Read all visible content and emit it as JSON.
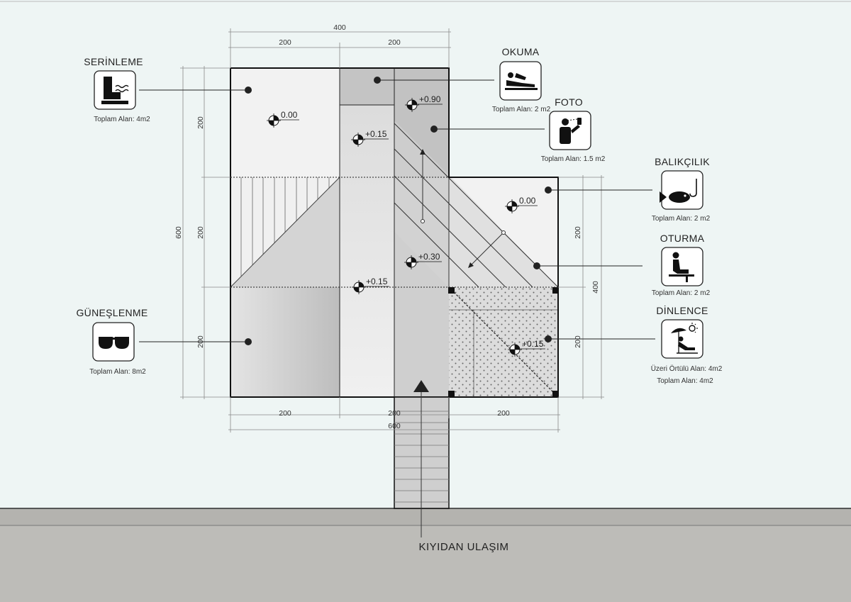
{
  "dimensions": {
    "top_total": "400",
    "top_left": "200",
    "top_right": "200",
    "left_top": "200",
    "left_mid": "200",
    "left_bottom": "200",
    "left_total": "600",
    "right_top": "200",
    "right_bottom": "200",
    "right_total": "400",
    "bottom_left": "200",
    "bottom_mid": "200",
    "bottom_right": "200",
    "bottom_total": "600"
  },
  "elevations": {
    "e1": "0.00",
    "e2": "+0.90",
    "e3": "+0.15",
    "e4": "0.00",
    "e5": "+0.30",
    "e6": "+0.15",
    "e7": "+0.15"
  },
  "activities": {
    "serinleme": {
      "title": "SERİNLEME",
      "area": "Toplam Alan: 4m2",
      "icon": "foot-water-icon"
    },
    "okuma": {
      "title": "OKUMA",
      "area": "Toplam Alan: 2 m2",
      "icon": "reading-person-icon"
    },
    "foto": {
      "title": "FOTO",
      "area": "Toplam Alan: 1.5 m2",
      "icon": "selfie-person-icon"
    },
    "balikcilik": {
      "title": "BALIKÇILIK",
      "area": "Toplam Alan: 2 m2",
      "icon": "fish-hook-icon"
    },
    "oturma": {
      "title": "OTURMA",
      "area": "Toplam Alan: 2 m2",
      "icon": "sitting-person-icon"
    },
    "dinlence": {
      "title": "DİNLENCE",
      "area_covered": "Üzeri Örtülü Alan: 4m2",
      "area": "Toplam Alan: 4m2",
      "icon": "sun-lounger-icon"
    },
    "guneslenme": {
      "title": "GÜNEŞLENME",
      "area": "Toplam Alan: 8m2",
      "icon": "sunglasses-icon"
    }
  },
  "access_label": "KIYIDAN ULAŞIM",
  "colors": {
    "sky": "#eef5f4",
    "ground": "#bdbcb8",
    "floor_light": "#f2f2f2",
    "floor_mid": "#d6d6d6",
    "floor_dark": "#c2c2c2",
    "ink": "#1a1a1a"
  }
}
